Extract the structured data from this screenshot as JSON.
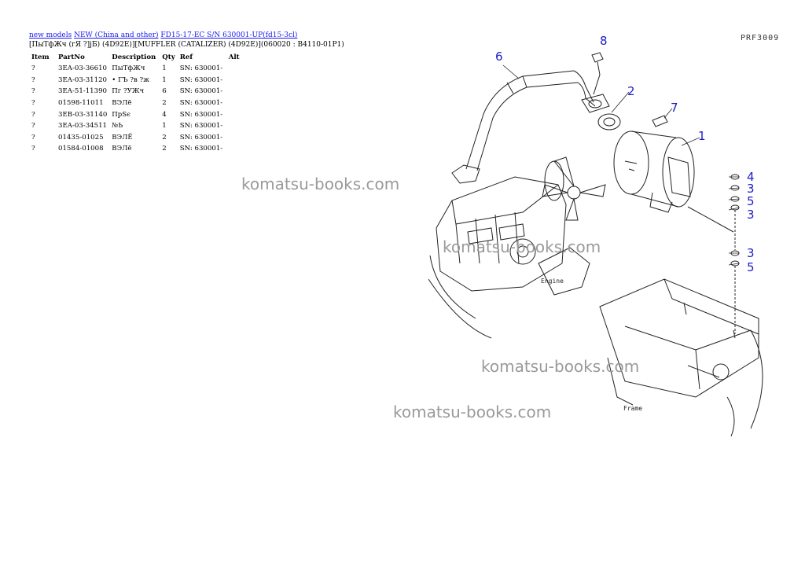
{
  "breadcrumb": {
    "links": [
      "new models",
      "NEW (China and other)",
      "FD15-17-EC S/N 630001-UP(fd15-3cl)"
    ]
  },
  "subtitle": "[ПыТфЖч (гЯ ?]jБ) (4D92E)][MUFFLER (CATALIZER) (4D92E)](060020 : B4110-01P1)",
  "table": {
    "headers": [
      "Item",
      "PartNo",
      "Description",
      "Qty",
      "Ref",
      "Alt"
    ],
    "rows": [
      [
        "?",
        "3EA-03-36610",
        "ПыТфЖч",
        "1",
        "SN: 630001-",
        ""
      ],
      [
        "?",
        "3EA-03-31120",
        "• ГЪ ?в ?ж",
        "1",
        "SN: 630001-",
        ""
      ],
      [
        "?",
        "3EA-51-11390",
        "Пг ?УЖч",
        "6",
        "SN: 630001-",
        ""
      ],
      [
        "?",
        "01598-11011",
        "ВЭЛё",
        "2",
        "SN: 630001-",
        ""
      ],
      [
        "?",
        "3EB-03-31140",
        "ПрSє",
        "4",
        "SN: 630001-",
        ""
      ],
      [
        "?",
        "3EA-03-34511",
        "№Ь",
        "1",
        "SN: 630001-",
        ""
      ],
      [
        "?",
        "01435-01025",
        "ВЭЛЁ",
        "2",
        "SN: 630001-",
        ""
      ],
      [
        "?",
        "01584-01008",
        "ВЭЛё",
        "2",
        "SN: 630001-",
        ""
      ]
    ]
  },
  "watermark": "komatsu-books.com",
  "diagram": {
    "figure_code": "PRF3009",
    "callouts": [
      "8",
      "6",
      "2",
      "7",
      "1",
      "4",
      "3",
      "5",
      "3",
      "3",
      "5"
    ],
    "engine_label": "Engine",
    "frame_label": "Frame",
    "callout_color": "#1c1cc8"
  }
}
